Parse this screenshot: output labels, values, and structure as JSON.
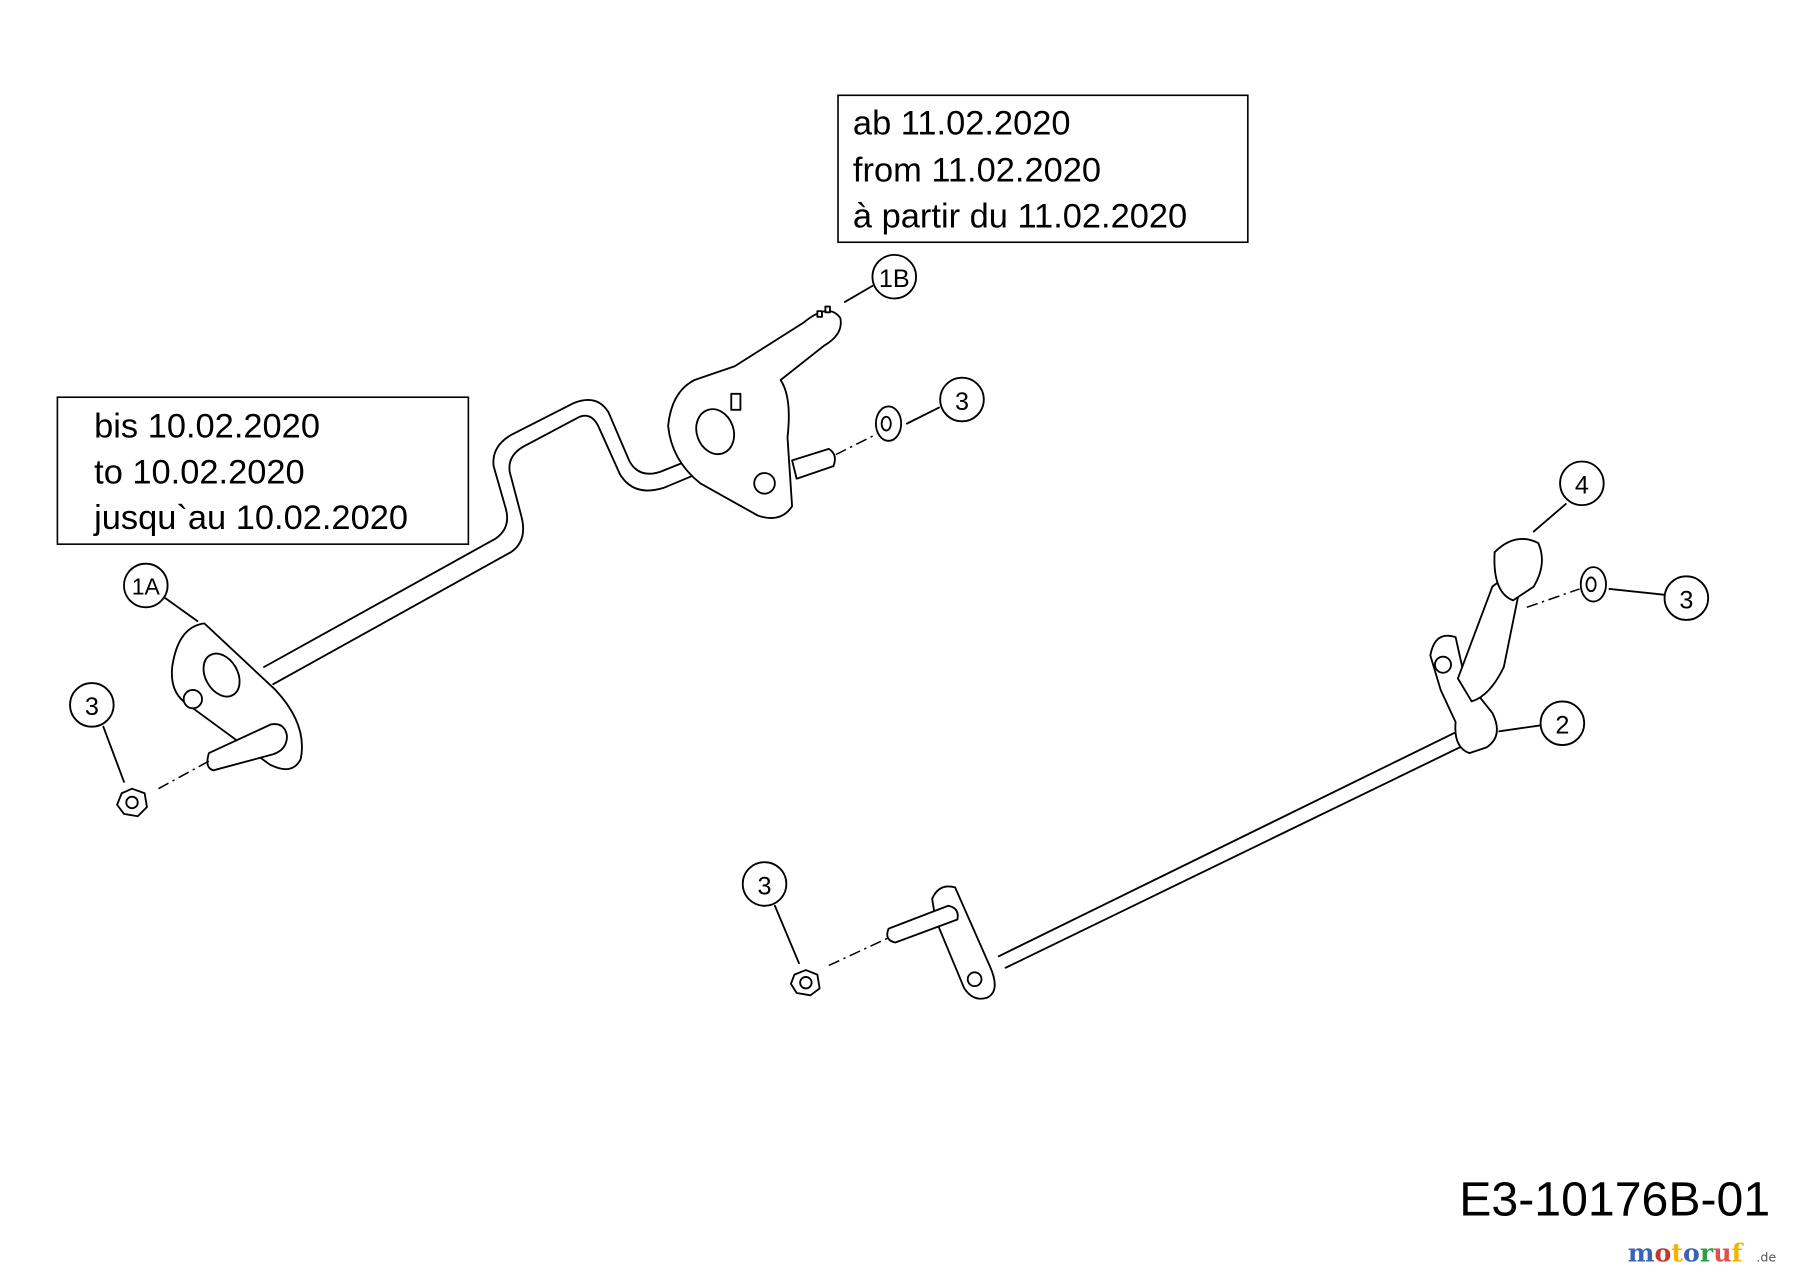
{
  "notes": {
    "after": [
      "ab 11.02.2020",
      "from 11.02.2020",
      "à partir du 11.02.2020"
    ],
    "before": [
      "bis 10.02.2020",
      "to 10.02.2020",
      "jusqu`au 10.02.2020"
    ]
  },
  "callouts": {
    "c1b": "1B",
    "c3a": "3",
    "c4": "4",
    "c3b": "3",
    "c2": "2",
    "c1a": "1A",
    "c3c": "3",
    "c3d": "3"
  },
  "diagram_code": "E3-10176B-01",
  "watermark": {
    "brand": "motoruf",
    "tld": ".de"
  }
}
